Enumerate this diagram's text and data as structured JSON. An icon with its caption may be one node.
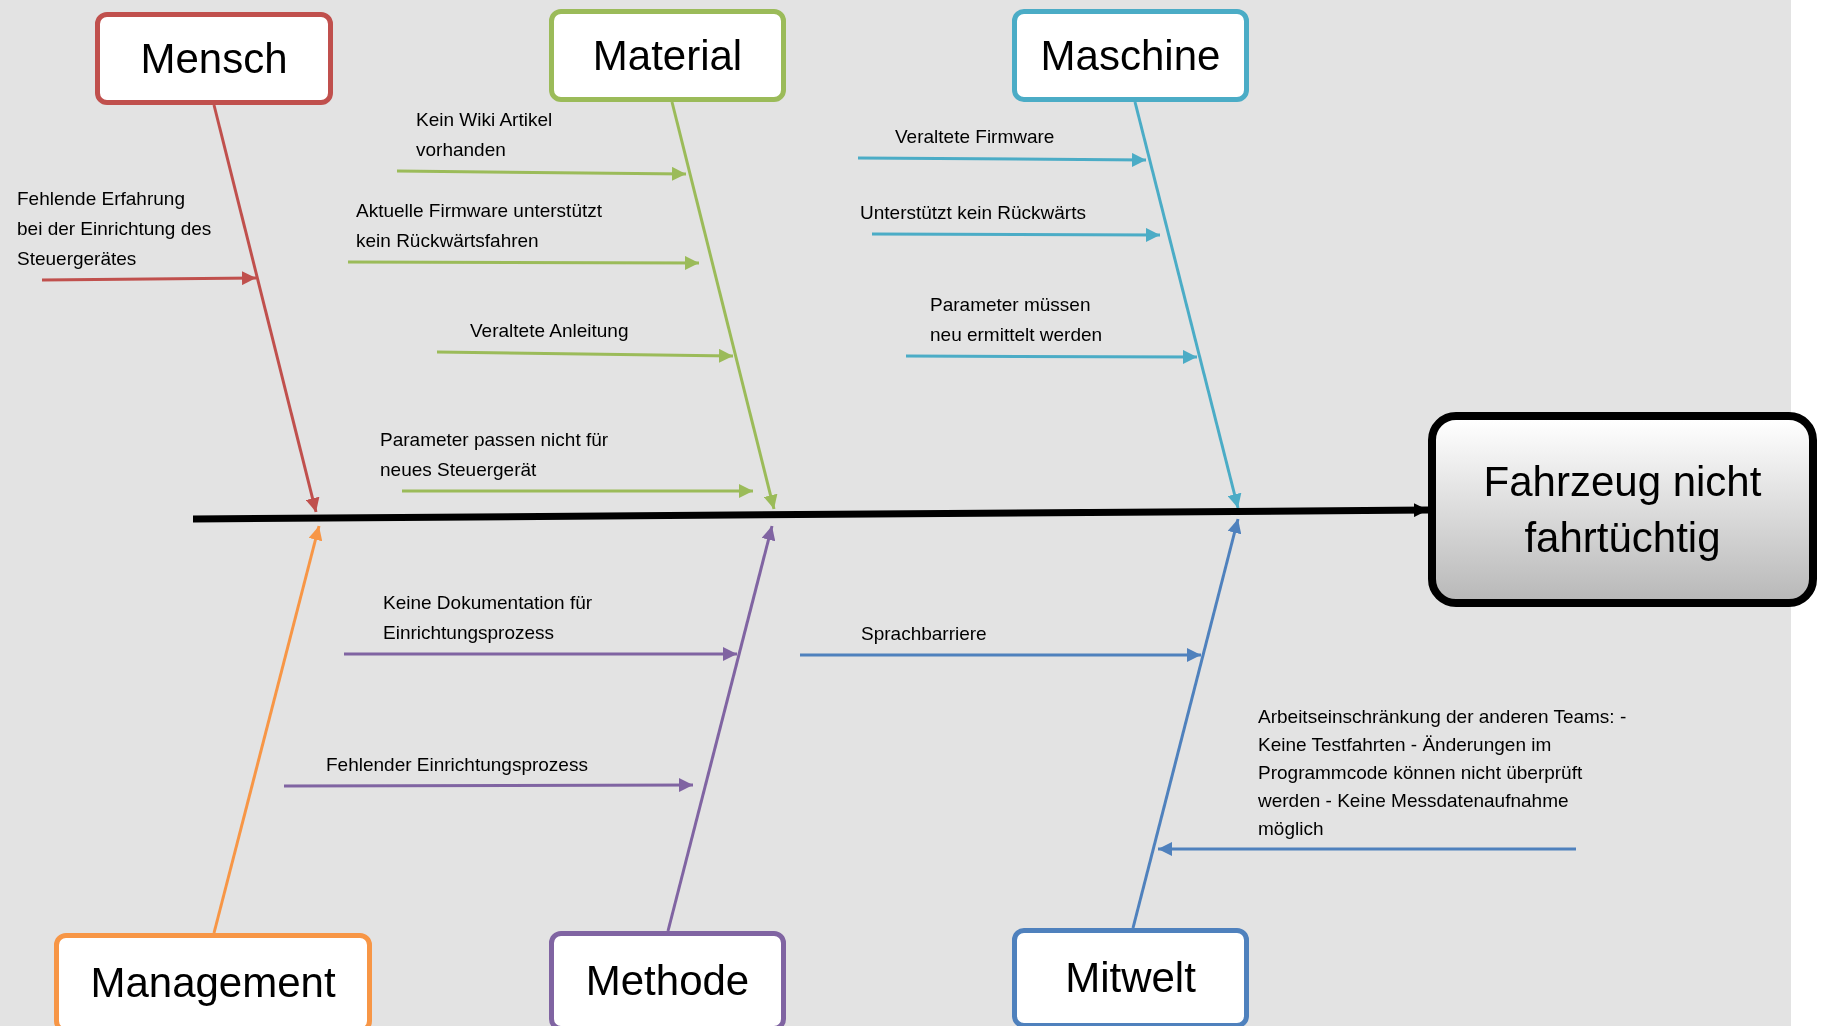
{
  "diagram": {
    "nodes": [
      {
        "text": [
          "Mensch"
        ]
      },
      {
        "text": [
          "Material"
        ]
      },
      {
        "text": [
          "Maschine"
        ]
      },
      {
        "text": [
          "Fehlende Erfahrung bei der Einrichtung des Steuergerätes"
        ]
      },
      {
        "text": [
          "Kein Wiki Artikel vorhanden"
        ]
      },
      {
        "text": [
          "Aktuelle Firmware unterstützt kein Rückwärtsfahren"
        ]
      },
      {
        "text": [
          "Veraltete Anleitung"
        ]
      },
      {
        "text": [
          "Parameter passen nicht für neues Steuergerät"
        ]
      },
      {
        "text": [
          "Veraltete Firmware"
        ]
      },
      {
        "text": [
          "Unterstützt kein Rückwärts"
        ]
      },
      {
        "text": [
          "Parameter müssen neu ermittelt werden"
        ]
      },
      {
        "text": [
          "Fahrzeug nicht fahrtüchtig"
        ]
      },
      {
        "text": [
          "Keine Dokumentation für Einrichtungsprozess"
        ]
      },
      {
        "text": [
          "Sprachbarriere"
        ]
      },
      {
        "text": [
          "Arbeitseinschränkung der anderen Teams: - Keine Testfahrten - Änderungen im Programmcode können nicht überprüft werden - Keine Messdatenaufnahme möglich"
        ]
      },
      {
        "text": [
          "Fehlender Einrichtungsprozess"
        ]
      },
      {
        "text": [
          "Management"
        ]
      },
      {
        "text": [
          "Methode"
        ]
      },
      {
        "text": [
          "Mitwelt"
        ]
      }
    ],
    "edges": [
      {
        "from": 0,
        "to": null,
        "arrow": "to",
        "color": "#c0504d"
      },
      {
        "from": 3,
        "to": null,
        "arrow": "to",
        "color": "#c0504d"
      },
      {
        "from": 1,
        "to": null,
        "arrow": "to",
        "color": "#9bbb59"
      },
      {
        "from": 4,
        "to": null,
        "arrow": "to",
        "color": "#9bbb59"
      },
      {
        "from": 5,
        "to": null,
        "arrow": "to",
        "color": "#9bbb59"
      },
      {
        "from": 6,
        "to": null,
        "arrow": "to",
        "color": "#9bbb59"
      },
      {
        "from": 7,
        "to": null,
        "arrow": "to",
        "color": "#9bbb59"
      },
      {
        "from": 2,
        "to": null,
        "arrow": "to",
        "color": "#4bacc6"
      },
      {
        "from": 8,
        "to": null,
        "arrow": "to",
        "color": "#4bacc6"
      },
      {
        "from": 9,
        "to": null,
        "arrow": "to",
        "color": "#4bacc6"
      },
      {
        "from": 10,
        "to": null,
        "arrow": "to",
        "color": "#4bacc6"
      },
      {
        "from": null,
        "to": 11,
        "arrow": "to",
        "style": "thick",
        "color": "#000000"
      },
      {
        "from": 16,
        "to": null,
        "arrow": "to",
        "color": "#f79646"
      },
      {
        "from": 17,
        "to": null,
        "arrow": "to",
        "color": "#8064a2"
      },
      {
        "from": 12,
        "to": null,
        "arrow": "to",
        "color": "#8064a2"
      },
      {
        "from": 15,
        "to": null,
        "arrow": "to",
        "color": "#8064a2"
      },
      {
        "from": 18,
        "to": null,
        "arrow": "to",
        "color": "#4f81bd"
      },
      {
        "from": 13,
        "to": null,
        "arrow": "to",
        "color": "#4f81bd"
      },
      {
        "from": 14,
        "to": null,
        "arrow": "to",
        "color": "#4f81bd"
      }
    ]
  }
}
